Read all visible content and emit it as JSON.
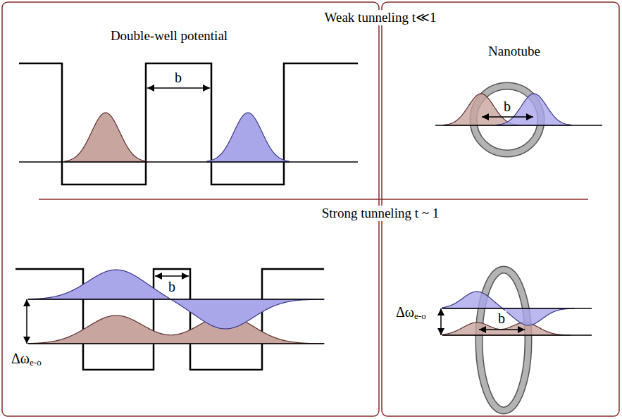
{
  "diagram": {
    "labels": [
      "Double-well potential",
      "Weak tunneling  t≪1",
      "Nanotube",
      "b",
      "b",
      "Strong tunneling  t ~ 1",
      "b",
      "Δω",
      "e-o",
      "b",
      "Δω",
      "e-o"
    ]
  }
}
